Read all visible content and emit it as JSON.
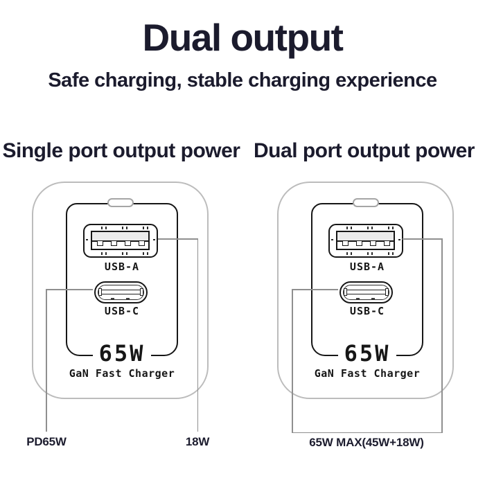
{
  "page": {
    "title": "Dual output",
    "subtitle": "Safe charging, stable charging experience"
  },
  "colors": {
    "text_dark": "#1b1b2d",
    "drawing_ink": "#161616",
    "charger_body_border": "#bcbcbc",
    "notch_border": "#a5a5a5",
    "callout_line_gray": "#8f8f8f",
    "background": "#ffffff"
  },
  "icons": {
    "usb_a_port": "usb-a-port-icon",
    "usb_c_port": "usb-c-port-icon",
    "top_notch": "charger-top-notch-icon"
  },
  "single": {
    "heading": "Single port output power",
    "usb_a_label": "USB-A",
    "usb_c_label": "USB-C",
    "wattage": "65W",
    "charger_name": "GaN Fast Charger",
    "usb_c_callout_label": "PD65W",
    "usb_a_callout_label": "18W"
  },
  "dual": {
    "heading": "Dual port output power",
    "usb_a_label": "USB-A",
    "usb_c_label": "USB-C",
    "wattage": "65W",
    "charger_name": "GaN Fast Charger",
    "combined_callout_label": "65W MAX(45W+18W)"
  }
}
